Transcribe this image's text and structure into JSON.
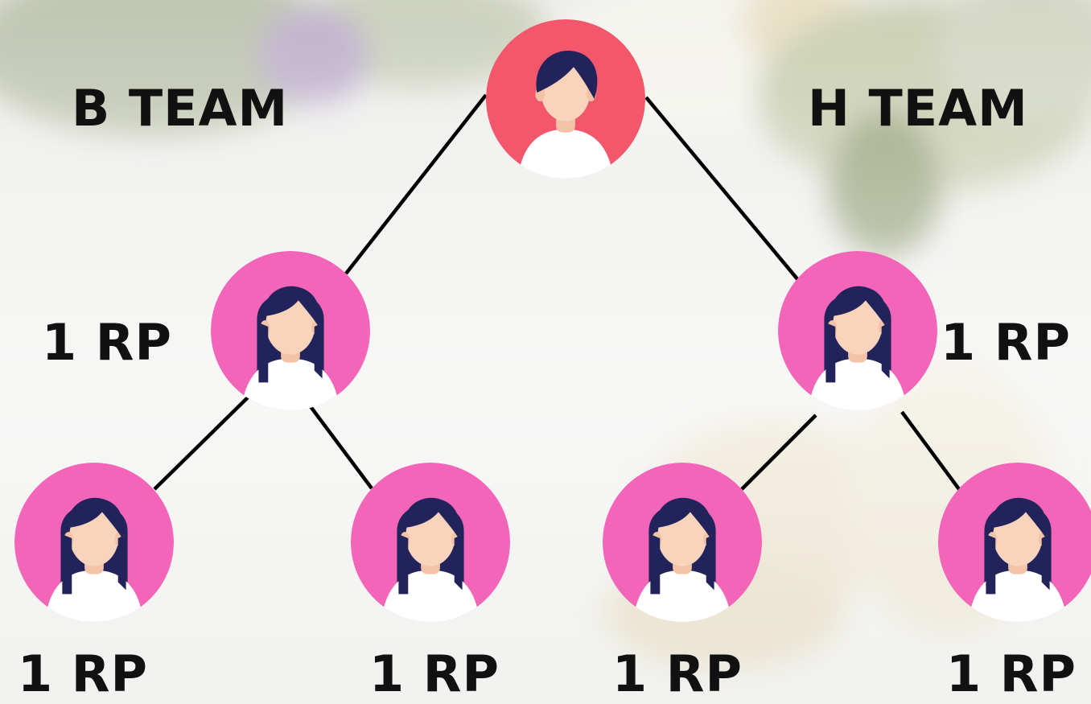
{
  "diagram": {
    "root": {
      "name": "root-avatar",
      "color": "#f2576c"
    },
    "teams": [
      {
        "label": "B TEAM"
      },
      {
        "label": "H TEAM"
      }
    ],
    "members": [
      {
        "rp": "1 RP"
      },
      {
        "rp": "1 RP"
      },
      {
        "rp": "1 RP"
      },
      {
        "rp": "1 RP"
      },
      {
        "rp": "1 RP"
      },
      {
        "rp": "1 RP"
      }
    ],
    "colors": {
      "root_circle": "#f2576c",
      "member_circle": "#f365b9",
      "hair": "#23235c",
      "skin": "#f8d4bd",
      "shirt": "#ffffff",
      "line": "#000000",
      "text": "#111111"
    }
  }
}
